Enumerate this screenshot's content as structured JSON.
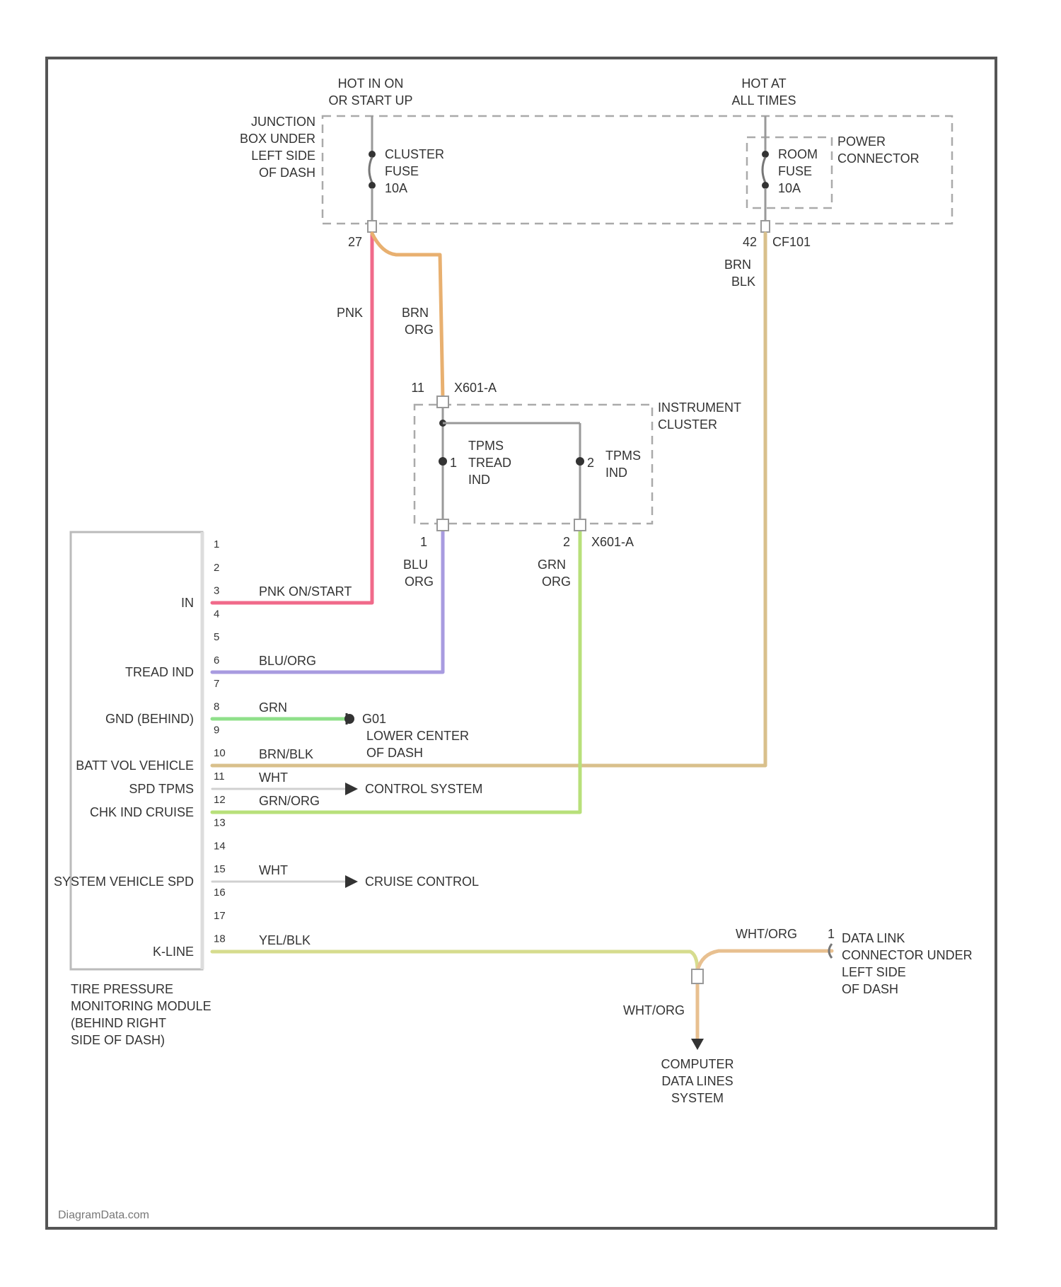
{
  "top": {
    "hot_run": [
      "HOT IN ON",
      "OR START UP"
    ],
    "hot_always": [
      "HOT AT",
      "ALL TIMES"
    ]
  },
  "junction_box": [
    "JUNCTION",
    "BOX UNDER",
    "LEFT SIDE",
    "OF DASH"
  ],
  "cluster_fuse": [
    "CLUSTER",
    "FUSE",
    "10A"
  ],
  "room_fuse": [
    "ROOM",
    "FUSE",
    "10A"
  ],
  "power_connector": [
    "POWER",
    "CONNECTOR"
  ],
  "pins": {
    "jb_27": "27",
    "pc_42": "42",
    "pc_id": "CF101",
    "ic_11": "11",
    "ic_11_id": "X601-A",
    "ic_1": "1",
    "ic_2": "2",
    "ic_2_id": "X601-A",
    "dlc_1": "1"
  },
  "wire_labels": {
    "pnk": "PNK",
    "brn_org": [
      "BRN",
      "ORG"
    ],
    "brn_blk": [
      "BRN",
      "BLK"
    ],
    "blu_org": [
      "BLU",
      "ORG"
    ],
    "grn_org": [
      "GRN",
      "ORG"
    ]
  },
  "instrument_cluster": {
    "title": [
      "INSTRUMENT",
      "CLUSTER"
    ],
    "tpms_tread": [
      "TPMS",
      "TREAD",
      "IND"
    ],
    "tpms_ind": [
      "TPMS",
      "IND"
    ],
    "sw1": "1",
    "sw2": "2"
  },
  "module": {
    "caption": [
      "TIRE PRESSURE",
      "MONITORING MODULE",
      "(BEHIND RIGHT",
      "SIDE OF DASH)"
    ],
    "pin_numbers": [
      "1",
      "2",
      "3",
      "4",
      "5",
      "6",
      "7",
      "8",
      "9",
      "10",
      "11",
      "12",
      "13",
      "14",
      "15",
      "16",
      "17",
      "18"
    ],
    "pin_labels": {
      "p3": "IN",
      "p6": "TREAD IND",
      "p8": "GND (BEHIND)",
      "p10": "BATT VOL VEHICLE",
      "p11": "SPD TPMS",
      "p12": "CHK IND CRUISE",
      "p15": "SYSTEM VEHICLE SPD",
      "p18": "K-LINE"
    }
  },
  "circuits": {
    "c3": "PNK ON/START",
    "c6": "BLU/ORG",
    "c8": "GRN",
    "c10": "BRN/BLK",
    "c11": "WHT",
    "c12": "GRN/ORG",
    "c15": "WHT",
    "c18": "YEL/BLK"
  },
  "destinations": {
    "g": [
      "G01",
      "LOWER CENTER",
      "OF DASH"
    ],
    "control_system": "CONTROL SYSTEM",
    "cruise_control": "CRUISE CONTROL",
    "data_link": [
      "DATA LINK",
      "CONNECTOR UNDER",
      "LEFT SIDE",
      "OF DASH"
    ],
    "computer_data": [
      "COMPUTER",
      "DATA LINES",
      "SYSTEM"
    ]
  },
  "splice_labels": {
    "top": "WHT/ORG",
    "down": "WHT/ORG"
  },
  "footer": "DiagramData.com",
  "colors": {
    "pnk": "#f06a8a",
    "orange": "#e8b070",
    "tan": "#d9c08c",
    "blue": "#a89be0",
    "green": "#8fe08a",
    "lightgreen": "#b8e07a",
    "yellow": "#d6dc8e",
    "white": "#c8c8c8",
    "gray": "#999999"
  }
}
